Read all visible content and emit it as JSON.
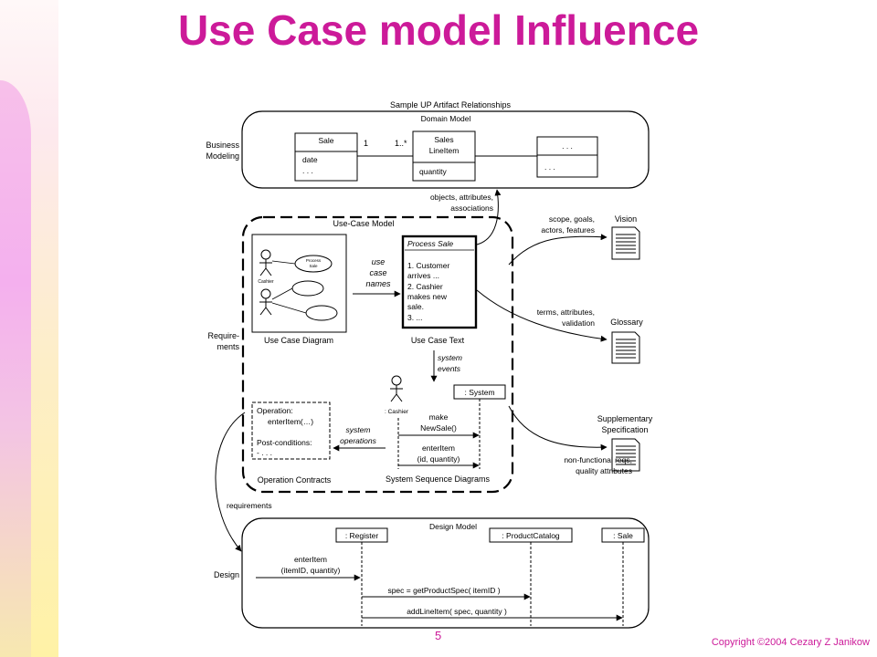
{
  "slide": {
    "title": "Use Case model Influence",
    "page_number": "5",
    "copyright": "Copyright ©2004 Cezary Z Janikow"
  },
  "colors": {
    "title": "#cc1a99",
    "footer": "#cc1a99",
    "diagram_ink": "#000000",
    "band_pink": "#f4b0ee",
    "band_yellow": "#fff2a6"
  },
  "diagram": {
    "title": "Sample UP Artifact Relationships",
    "lanes": {
      "business": [
        "Business",
        "Modeling"
      ],
      "requirements": [
        "Require-",
        "ments"
      ],
      "design": "Design"
    },
    "domain_model": {
      "label": "Domain Model",
      "sale": {
        "name": "Sale",
        "attrs": [
          "date",
          ". . ."
        ]
      },
      "mult_left": "1",
      "mult_right": "1..*",
      "lineitem": {
        "name": [
          "Sales",
          "LineItem"
        ],
        "attrs": [
          "quantity"
        ]
      },
      "other": {
        "name": ". . .",
        "attrs": [
          ". . ."
        ]
      }
    },
    "note_objects": [
      "objects, attributes,",
      "associations"
    ],
    "use_case_model": {
      "label": "Use-Case Model",
      "use_case_diagram_label": "Use Case Diagram",
      "use_case_text_label": "Use Case Text",
      "actor_label": "Cashier",
      "mini_usecase_label": [
        "Process",
        "Sale"
      ],
      "use_case_names": [
        "use",
        "case",
        "names"
      ],
      "text_card": {
        "title": "Process Sale",
        "lines": [
          "1. Customer",
          "arrives ...",
          "2. Cashier",
          "makes new",
          "sale.",
          "3. ..."
        ]
      },
      "system_events": [
        "system",
        "events"
      ],
      "operation_contract": {
        "lines": [
          "Operation:",
          "enterItem(…)",
          "",
          "Post-conditions:",
          "- . . ."
        ],
        "label": "Operation Contracts"
      },
      "system_operations": [
        "system",
        "operations"
      ],
      "ssd": {
        "actor": ": Cashier",
        "system": ": System",
        "msg1": [
          "make",
          "NewSale()"
        ],
        "msg2": [
          "enterItem",
          "(id, quantity)"
        ],
        "label": "System Sequence Diagrams"
      }
    },
    "artifacts": {
      "vision": {
        "label": "Vision",
        "note": [
          "scope, goals,",
          "actors, features"
        ]
      },
      "glossary": {
        "label": "Glossary",
        "note": [
          "terms, attributes,",
          "validation"
        ]
      },
      "supplementary": {
        "label": [
          "Supplementary",
          "Specification"
        ],
        "note": [
          "non-functional reqs,",
          "quality attributes"
        ]
      }
    },
    "requirements_label": "requirements",
    "design_model": {
      "label": "Design Model",
      "register": ": Register",
      "catalog": ": ProductCatalog",
      "sale": ": Sale",
      "msg1": [
        "enterItem",
        "(itemID, quantity)"
      ],
      "msg2": "spec = getProductSpec( itemID )",
      "msg3": "addLineItem( spec, quantity )"
    }
  }
}
